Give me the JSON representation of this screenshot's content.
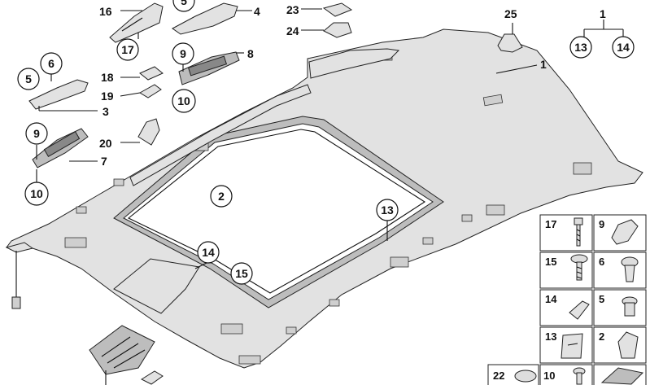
{
  "callouts": {
    "c1_main": "1",
    "c1_top": "1",
    "c13_top": "13",
    "c14_top": "14",
    "c2": "2",
    "c3": "3",
    "c4": "4",
    "c5a": "5",
    "c5b": "5",
    "c6": "6",
    "c7": "7",
    "c8": "8",
    "c9a": "9",
    "c9b": "9",
    "c10a": "10",
    "c10b": "10",
    "c13": "13",
    "c14": "14",
    "c15": "15",
    "c16": "16",
    "c17": "17",
    "c18": "18",
    "c19": "19",
    "c20": "20",
    "c23": "23",
    "c24": "24",
    "c25": "25"
  },
  "legend": {
    "r1": [
      "17",
      "9"
    ],
    "r2": [
      "15",
      "6"
    ],
    "r3": [
      "14",
      "5"
    ],
    "r4": [
      "13",
      "2"
    ],
    "r5": [
      "22",
      "10"
    ]
  }
}
